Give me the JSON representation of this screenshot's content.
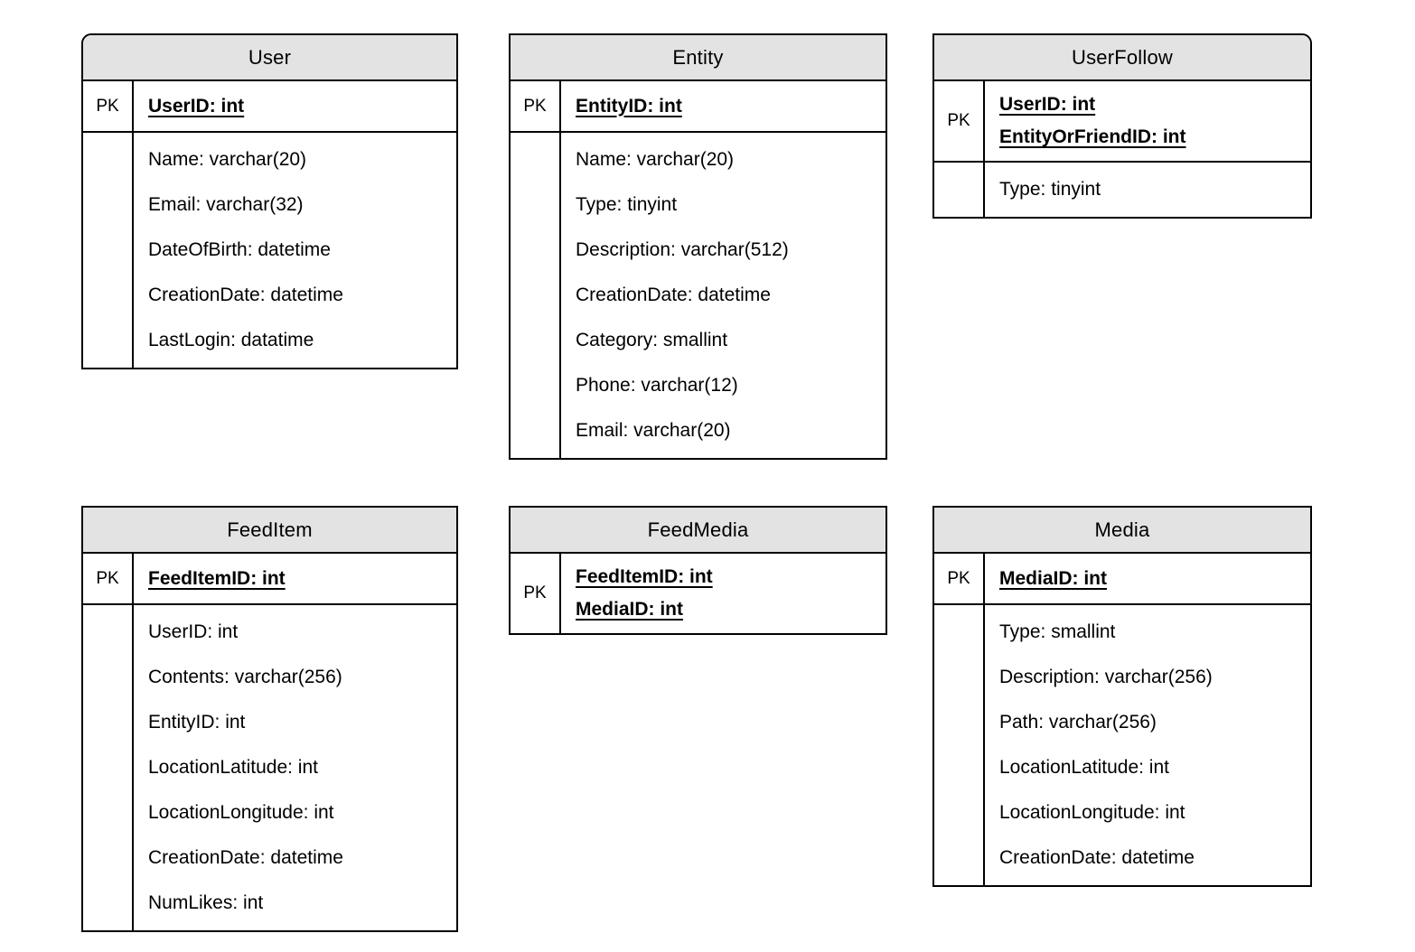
{
  "page": {
    "background_color": "#ffffff",
    "line_color": "#000000",
    "header_fill_color": "#e3e3e3"
  },
  "diagram": {
    "type": "entity-relationship-schema",
    "tables": [
      {
        "id": "user",
        "title": "User",
        "pk_label": "PK",
        "pk_fields": [
          "UserID: int"
        ],
        "fields": [
          "Name: varchar(20)",
          "Email: varchar(32)",
          "DateOfBirth: datetime",
          "CreationDate: datetime",
          "LastLogin: datatime"
        ]
      },
      {
        "id": "entity",
        "title": "Entity",
        "pk_label": "PK",
        "pk_fields": [
          "EntityID: int"
        ],
        "fields": [
          "Name: varchar(20)",
          "Type: tinyint",
          "Description: varchar(512)",
          "CreationDate: datetime",
          "Category: smallint",
          "Phone: varchar(12)",
          "Email: varchar(20)"
        ]
      },
      {
        "id": "userfollow",
        "title": "UserFollow",
        "pk_label": "PK",
        "pk_fields": [
          "UserID: int",
          "EntityOrFriendID: int"
        ],
        "fields": [
          "Type: tinyint"
        ]
      },
      {
        "id": "feeditem",
        "title": "FeedItem",
        "pk_label": "PK",
        "pk_fields": [
          "FeedItemID: int"
        ],
        "fields": [
          "UserID: int",
          "Contents: varchar(256)",
          "EntityID: int",
          "LocationLatitude: int",
          "LocationLongitude: int",
          "CreationDate: datetime",
          "NumLikes: int"
        ]
      },
      {
        "id": "feedmedia",
        "title": "FeedMedia",
        "pk_label": "PK",
        "pk_fields": [
          "FeedItemID: int",
          "MediaID: int"
        ],
        "fields": []
      },
      {
        "id": "media",
        "title": "Media",
        "pk_label": "PK",
        "pk_fields": [
          "MediaID: int"
        ],
        "fields": [
          "Type: smallint",
          "Description: varchar(256)",
          "Path: varchar(256)",
          "LocationLatitude: int",
          "LocationLongitude: int",
          "CreationDate: datetime"
        ]
      }
    ]
  }
}
